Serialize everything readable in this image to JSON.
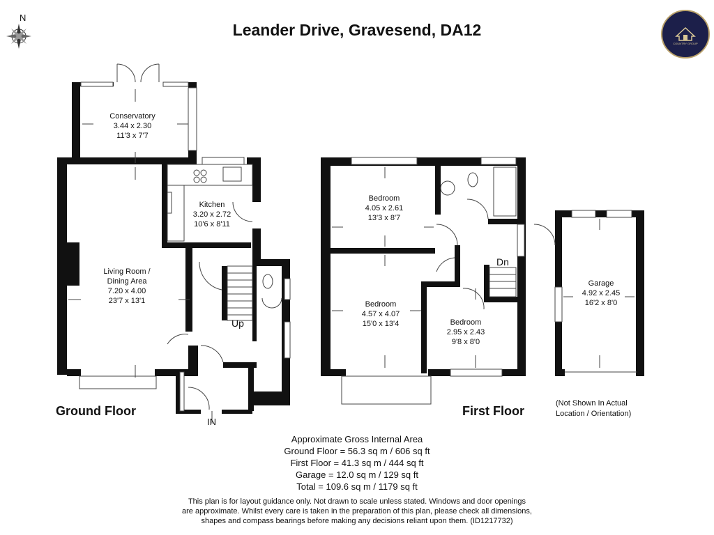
{
  "title": "Leander Drive, Gravesend, DA12",
  "compass": {
    "north_label": "N",
    "icon": "compass-rose-icon"
  },
  "logo": {
    "icon": "house-logo-icon",
    "text": "COUNTRY GROUP"
  },
  "ground_floor": {
    "label": "Ground Floor",
    "rooms": [
      {
        "name": "Conservatory",
        "metric": "3.44 x 2.30",
        "imperial": "11'3 x 7'7"
      },
      {
        "name": "Kitchen",
        "metric": "3.20 x 2.72",
        "imperial": "10'6 x 8'11"
      },
      {
        "name": "Living Room /",
        "name2": "Dining Area",
        "metric": "7.20 x 4.00",
        "imperial": "23'7 x 13'1"
      }
    ],
    "stairs_label": "Up",
    "entrance_label": "IN"
  },
  "first_floor": {
    "label": "First Floor",
    "rooms": [
      {
        "name": "Bedroom",
        "metric": "4.05 x 2.61",
        "imperial": "13'3 x 8'7"
      },
      {
        "name": "Bedroom",
        "metric": "4.57 x 4.07",
        "imperial": "15'0 x 13'4"
      },
      {
        "name": "Bedroom",
        "metric": "2.95 x 2.43",
        "imperial": "9'8 x 8'0"
      }
    ],
    "stairs_label": "Dn"
  },
  "garage": {
    "name": "Garage",
    "metric": "4.92 x 2.45",
    "imperial": "16'2 x 8'0",
    "note_line1": "(Not Shown In Actual",
    "note_line2": "Location / Orientation)"
  },
  "areas": {
    "heading": "Approximate Gross Internal Area",
    "ground": "Ground Floor = 56.3 sq m / 606 sq ft",
    "first": "First Floor = 41.3 sq m / 444 sq ft",
    "garage": "Garage = 12.0 sq m / 129 sq ft",
    "total": "Total = 109.6 sq m / 1179 sq ft"
  },
  "disclaimer": {
    "line1": "This plan is for layout guidance only. Not drawn to scale unless stated. Windows and door openings",
    "line2": "are approximate. Whilst every care is taken in the preparation of this plan, please check all dimensions,",
    "line3": "shapes and compass bearings before making any decisions reliant upon them. (ID1217732)"
  },
  "colors": {
    "wall": "#111111",
    "logo_bg": "#1c1f4a",
    "logo_accent": "#b9a16a"
  }
}
